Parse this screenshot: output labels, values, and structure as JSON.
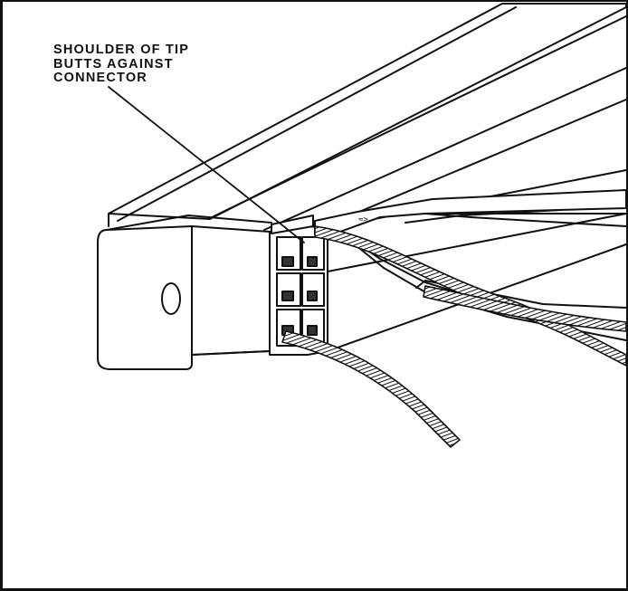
{
  "callout": {
    "line1": "SHOULDER OF TIP",
    "line2": "BUTTS AGAINST",
    "line3": "CONNECTOR"
  },
  "icons": [
    "connector-housing",
    "extraction-tool",
    "wire-lead"
  ]
}
